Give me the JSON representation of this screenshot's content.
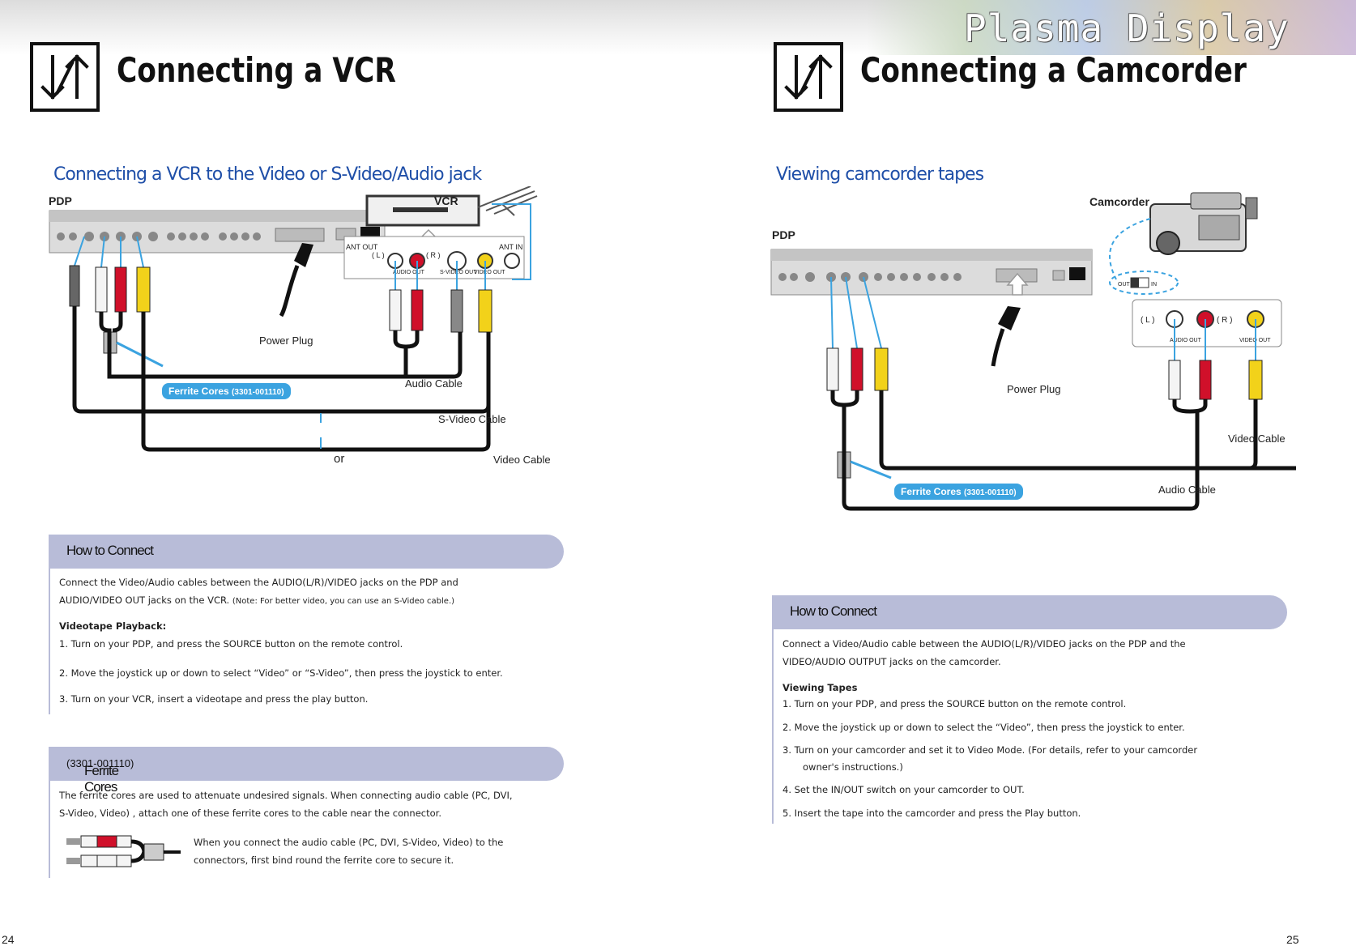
{
  "header": {
    "banner_title": "Plasma Display"
  },
  "left": {
    "title": "Connecting a VCR",
    "subtitle": "Connecting a VCR to the Video or S-Video/Audio jack",
    "diagram": {
      "pdp_label": "PDP",
      "vcr_label": "VCR",
      "power_plug": "Power Plug",
      "audio_cable": "Audio Cable",
      "svideo_cable": "S-Video Cable",
      "video_cable": "Video Cable",
      "or": "or",
      "ferrite_name": "Ferrite Cores",
      "ferrite_code": "(3301-001110)",
      "ant_out": "ANT OUT",
      "ant_in": "ANT IN",
      "jack_l": "( L )",
      "jack_r": "( R )",
      "audio_out": "AUDIO OUT",
      "svideo_out": "S-VIDEO OUT",
      "video_out": "VIDEO OUT"
    },
    "how_to": {
      "heading": "How to Connect",
      "intro_1": "Connect the Video/Audio cables between the AUDIO(L/R)/VIDEO jacks on the PDP and",
      "intro_2": "AUDIO/VIDEO OUT jacks on the VCR.",
      "intro_note": "(Note: For better video, you can use an S-Video cable.)",
      "sub": "Videotape Playback:",
      "steps": [
        "1.  Turn on your PDP, and press the SOURCE button on the remote control.",
        "2.  Move the joystick up or down to select “Video” or “S-Video”, then press the joystick to enter.",
        "3.  Turn on your VCR, insert a videotape and press the play button."
      ]
    },
    "ferrite": {
      "heading": "Ferrite Cores",
      "code": "(3301-001110)",
      "line_1": "The ferrite cores are used to attenuate undesired signals. When connecting audio cable (PC, DVI,",
      "line_2": "S-Video, Video) , attach one of these ferrite cores to the cable near the connector.",
      "caption_1": "When you connect the audio cable (PC, DVI, S-Video, Video) to  the",
      "caption_2": "connectors, first bind round the ferrite core to secure it."
    },
    "page_number": "24"
  },
  "right": {
    "title": "Connecting a Camcorder",
    "subtitle": "Viewing camcorder tapes",
    "diagram": {
      "pdp_label": "PDP",
      "camcorder_label": "Camcorder",
      "power_plug": "Power Plug",
      "video_cable": "Video Cable",
      "audio_cable": "Audio Cable",
      "ferrite_name": "Ferrite Cores",
      "ferrite_code": "(3301-001110)",
      "jack_l": "( L )",
      "jack_r": "( R )",
      "audio_out": "AUDIO OUT",
      "video_out": "VIDEO OUT",
      "switch_out": "OUT",
      "switch_in": "IN"
    },
    "how_to": {
      "heading": "How to Connect",
      "intro_1": "Connect a Video/Audio cable between the AUDIO(L/R)/VIDEO jacks on the PDP and the",
      "intro_2": "VIDEO/AUDIO OUTPUT jacks on the camcorder.",
      "sub": "Viewing Tapes",
      "steps": [
        "1.   Turn on your PDP, and press the SOURCE button on the remote control.",
        "2.   Move the joystick up or down to select the “Video”, then press the joystick to enter.",
        "3.   Turn on your camcorder and set it to Video Mode. (For details, refer to your camcorder",
        "owner's instructions.)",
        "4.   Set the IN/OUT switch on your camcorder to OUT.",
        "5.   Insert the tape into the camcorder and press the Play button."
      ]
    },
    "page_number": "25"
  },
  "colors": {
    "accent_blue": "#1f4fa8",
    "panel_lavender": "#b8bcd8",
    "ferrite_badge": "#3ba3e0",
    "cable_red": "#d0102a",
    "cable_yellow": "#f2d21a",
    "cable_white": "#f4f4f4"
  },
  "icons": [
    "up-down-arrows-icon"
  ]
}
